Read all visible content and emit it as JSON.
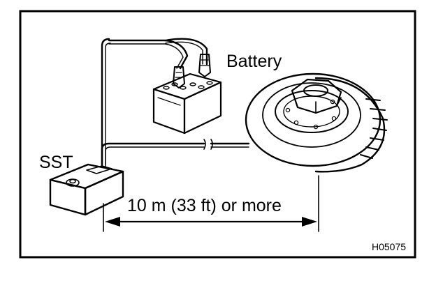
{
  "diagram": {
    "labels": {
      "battery": "Battery",
      "sst": "SST",
      "distance": "10 m (33 ft) or more",
      "figure_code": "H05075"
    }
  }
}
